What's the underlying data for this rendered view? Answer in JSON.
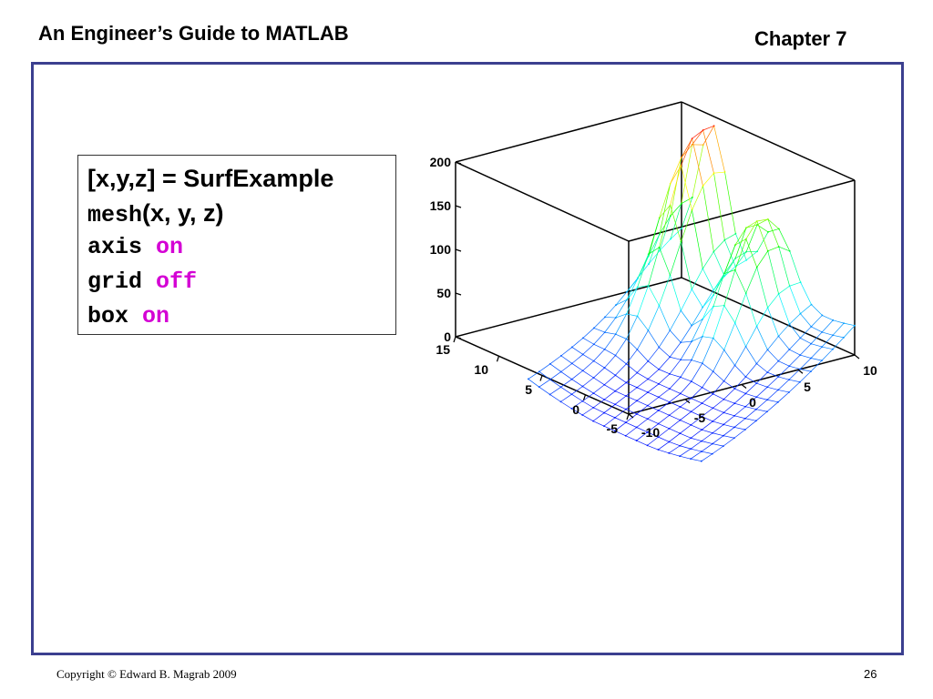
{
  "header": {
    "title": "An Engineer’s Guide to MATLAB",
    "chapter": "Chapter 7"
  },
  "code": {
    "line1": "[x,y,z] = SurfExample",
    "line2_func": "mesh",
    "line2_args": "(x, y, z)",
    "line3_cmd": "axis",
    "line3_arg": "on",
    "line4_cmd": "grid",
    "line4_arg": "off",
    "line5_cmd": "box",
    "line5_arg": "on"
  },
  "chart_data": {
    "type": "mesh-surface",
    "zlim": [
      0,
      200
    ],
    "z_ticks": [
      "200",
      "150",
      "100",
      "50",
      "0"
    ],
    "x_ticks": [
      "-10",
      "-5",
      "0",
      "5",
      "10"
    ],
    "y_ticks": [
      "-5",
      "0",
      "5",
      "10",
      "15"
    ],
    "grid": false,
    "box": true,
    "axis": true
  },
  "footer": {
    "copyright": "Copyright © Edward B. Magrab 2009",
    "page_number": "26"
  }
}
